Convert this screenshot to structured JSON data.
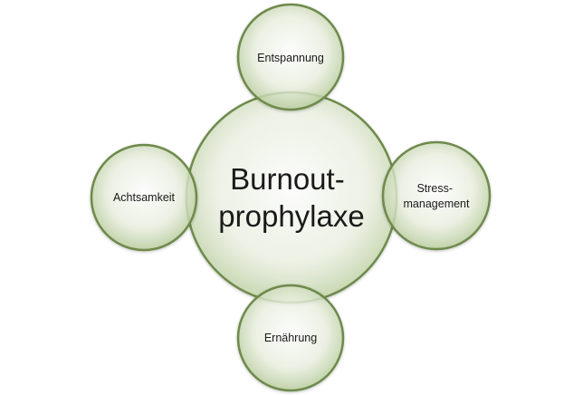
{
  "center": {
    "lines": [
      "Burnout-",
      "prophylaxe"
    ]
  },
  "satellites": {
    "top": {
      "lines": [
        "Entspannung"
      ]
    },
    "left": {
      "lines": [
        "Achtsamkeit"
      ]
    },
    "right": {
      "lines": [
        "Stress-",
        "management"
      ]
    },
    "bottom": {
      "lines": [
        "Ernährung"
      ]
    }
  },
  "colors": {
    "stroke": "#6e8a4c",
    "fill_light": "#ffffff",
    "fill_mid": "#e6efd9",
    "fill_dark": "#bcd0a1"
  }
}
